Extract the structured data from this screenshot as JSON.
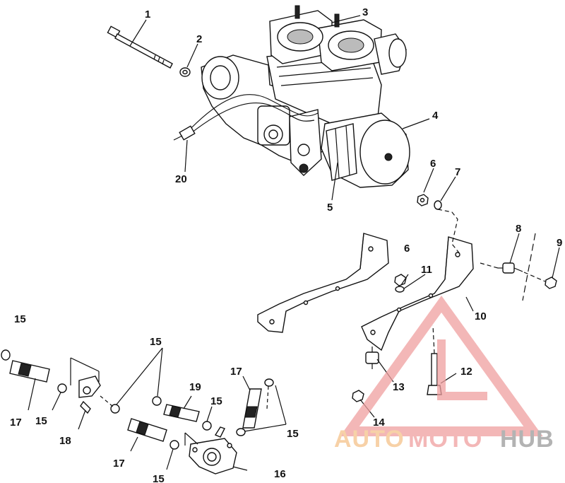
{
  "callouts": {
    "c1": "1",
    "c2": "2",
    "c3": "3",
    "c4": "4",
    "c5": "5",
    "c6a": "6",
    "c6b": "6",
    "c7": "7",
    "c8": "8",
    "c9": "9",
    "c10": "10",
    "c11": "11",
    "c12": "12",
    "c13": "13",
    "c14": "14",
    "c15a": "15",
    "c15b": "15",
    "c15c": "15",
    "c15d": "15",
    "c15e": "15",
    "c15f": "15",
    "c16": "16",
    "c17a": "17",
    "c17b": "17",
    "c17c": "17",
    "c18": "18",
    "c19": "19",
    "c20": "20"
  },
  "watermark": {
    "brand_auto": "AUTO",
    "brand_moto": "MOTO",
    "brand_hub": "HUB",
    "color_orange": "#f5c28a",
    "color_red": "#f0a0a0",
    "color_gray": "#9a9a9a"
  }
}
